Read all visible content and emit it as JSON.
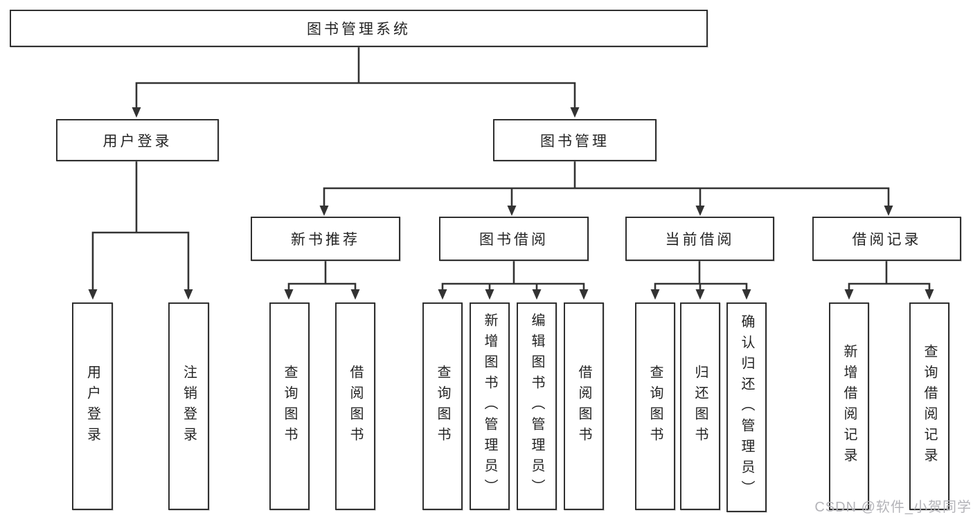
{
  "diagram": {
    "root": {
      "label": "图书管理系统"
    },
    "branches": [
      {
        "label": "用户登录",
        "children": [
          {
            "label": "用户登录"
          },
          {
            "label": "注销登录"
          }
        ]
      },
      {
        "label": "图书管理",
        "children": [
          {
            "label": "新书推荐",
            "children": [
              {
                "label": "查询图书"
              },
              {
                "label": "借阅图书"
              }
            ]
          },
          {
            "label": "图书借阅",
            "children": [
              {
                "label": "查询图书"
              },
              {
                "label": "新增图书（管理员）"
              },
              {
                "label": "编辑图书（管理员）"
              },
              {
                "label": "借阅图书"
              }
            ]
          },
          {
            "label": "当前借阅",
            "children": [
              {
                "label": "查询图书"
              },
              {
                "label": "归还图书"
              },
              {
                "label": "确认归还（管理员）"
              }
            ]
          },
          {
            "label": "借阅记录",
            "children": [
              {
                "label": "新增借阅记录"
              },
              {
                "label": "查询借阅记录"
              }
            ]
          }
        ]
      }
    ],
    "watermark": "CSDN @软件_小贺同学"
  },
  "colors": {
    "line": "#333333",
    "box_border": "#303030",
    "box_background": "#ffffff",
    "text": "#242424",
    "watermark": "#b4b4b9",
    "background": "#ffffff"
  }
}
